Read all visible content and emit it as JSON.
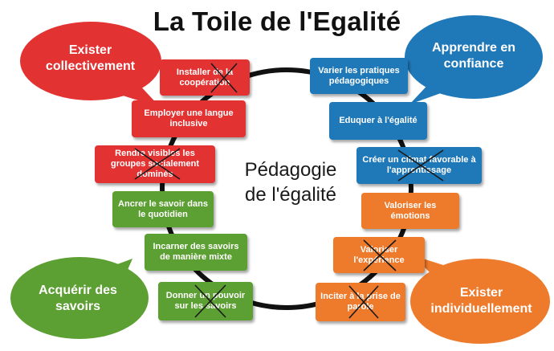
{
  "title": "La Toile de l'Egalité",
  "center": {
    "line1": "Pédagogie",
    "line2": "de l'égalité"
  },
  "bubbles": {
    "top_left": "Exister collectivement",
    "top_right": "Apprendre en confiance",
    "bottom_left": "Acquérir des savoirs",
    "bottom_right": "Exister individuellement"
  },
  "boxes": {
    "red": [
      {
        "label": "Installer de la coopération",
        "crossed": true
      },
      {
        "label": "Employer une langue inclusive",
        "crossed": false
      },
      {
        "label": "Rendre visibles les groupes socialement dominés",
        "crossed": true
      }
    ],
    "green": [
      {
        "label": "Ancrer le savoir dans le quotidien",
        "crossed": false
      },
      {
        "label": "Incarner des savoirs de manière mixte",
        "crossed": false
      },
      {
        "label": "Donner un pouvoir sur les savoirs",
        "crossed": true
      }
    ],
    "blue": [
      {
        "label": "Varier les pratiques pédagogiques",
        "crossed": false
      },
      {
        "label": "Eduquer à l'égalité",
        "crossed": false
      },
      {
        "label": "Créer un climat favorable à l'apprentissage",
        "crossed": true
      }
    ],
    "orange": [
      {
        "label": "Valoriser les émotions",
        "crossed": false
      },
      {
        "label": "Valoriser l'expérience",
        "crossed": true
      },
      {
        "label": "Inciter à la prise de parole",
        "crossed": true
      }
    ]
  },
  "colors": {
    "red": "#e33232",
    "green": "#5c9f32",
    "blue": "#1f78b8",
    "orange": "#ee7a2c",
    "ring": "#111111",
    "cross": "#1a1a1a"
  }
}
